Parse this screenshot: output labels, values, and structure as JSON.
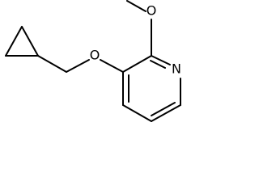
{
  "molecule": {
    "atoms": {
      "O_methoxy": "O",
      "O_ether": "O",
      "N_ring": "N"
    }
  }
}
